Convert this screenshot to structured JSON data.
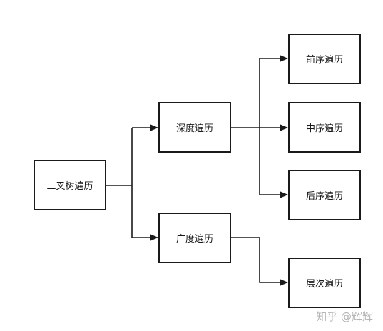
{
  "nodes": {
    "root": "二叉树遍历",
    "depth": "深度遍历",
    "breadth": "广度遍历",
    "preorder": "前序遍历",
    "inorder": "中序遍历",
    "postorder": "后序遍历",
    "level": "层次遍历"
  },
  "watermark": "知乎 @辉辉",
  "colors": {
    "line": "#1a1a1a",
    "watermark": "#b5b5b5"
  }
}
